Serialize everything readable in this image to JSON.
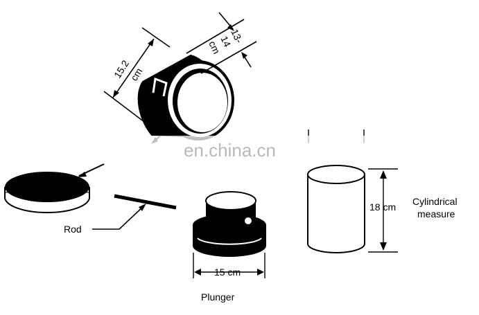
{
  "labels": {
    "ring_diameter": "15.2",
    "ring_diameter_unit": "cm",
    "ring_height_a": "13-",
    "ring_height_b": "14",
    "ring_height_unit": "cm",
    "rod": "Rod",
    "plunger_diameter": "15 cm",
    "plunger": "Plunger",
    "measure_height": "18 cm",
    "measure_name_line1": "Cylindrical",
    "measure_name_line2": "measure"
  },
  "watermark": "en.china.cn",
  "colors": {
    "ink": "#000000",
    "paper": "#ffffff",
    "watermark": "#b9b9b9"
  }
}
